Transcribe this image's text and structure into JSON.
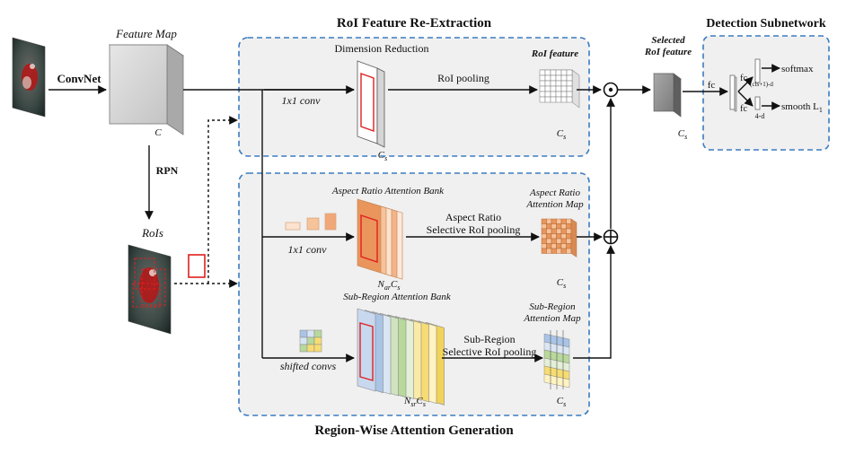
{
  "panels": {
    "reextraction_title": "RoI Feature Re-Extraction",
    "attention_title": "Region-Wise Attention Generation",
    "subnetwork_title": "Detection Subnetwork"
  },
  "labels": {
    "convnet": "ConvNet",
    "feature_map": "Feature Map",
    "feature_map_c": "C",
    "rpn": "RPN",
    "rois": "RoIs",
    "dimension_reduction": "Dimension Reduction",
    "conv1x1_top": "1x1 conv",
    "cs_reduction": "C",
    "roi_pooling": "RoI pooling",
    "roi_feature": "RoI feature",
    "cs_roi_feature": "C",
    "selected_roi_feature_line1": "Selected",
    "selected_roi_feature_line2": "RoI feature",
    "cs_selected": "C",
    "fc_main": "fc",
    "fc_upper": "fc",
    "fc_lower": "fc",
    "class_dim": "(cls+1)-d",
    "box_dim": "4-d",
    "softmax": "softmax",
    "smooth_l1": "smooth L",
    "smooth_l1_sub": "1",
    "ar_bank": "Aspect Ratio Attention Bank",
    "conv1x1_mid": "1x1 conv",
    "nar_cs": "N",
    "nar_sub": "ar",
    "ar_selective_line1": "Aspect Ratio",
    "ar_selective_line2": "Selective RoI pooling",
    "ar_map_line1": "Aspect Ratio",
    "ar_map_line2": "Attention Map",
    "cs_ar_map": "C",
    "sr_bank": "Sub-Region Attention Bank",
    "shifted_convs": "shifted convs",
    "nsr_cs": "N",
    "nsr_sub": "sr",
    "sr_selective_line1": "Sub-Region",
    "sr_selective_line2": "Selective RoI pooling",
    "sr_map_line1": "Sub-Region",
    "sr_map_line2": "Attention Map",
    "cs_sr_map": "C",
    "cs_sub": "s",
    "cs_sub_b": "s",
    "cs_sub_c": "s",
    "cs_sub_d": "s",
    "cs_sub_e": "s",
    "cs_sub_f": "s",
    "cs_sub_g": "s"
  },
  "symbols": {
    "multiply": "⊙",
    "add": "⊕"
  },
  "colors": {
    "panel_border": "#3a7bbf",
    "panel_fill": "#f0f0f0",
    "red_box": "#e02020",
    "orange_light": "#fbe3cf",
    "orange_mid": "#f6c39a",
    "orange_dark": "#e9955c",
    "sr_blue": "#a9c4e6",
    "sr_green": "#b8d89c",
    "sr_yellow": "#f6dc72"
  }
}
